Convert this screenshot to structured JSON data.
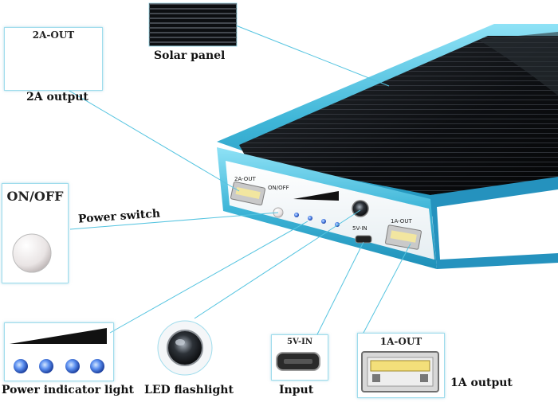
{
  "labels": {
    "solar_panel": "Solar panel",
    "output_2a": "2A output",
    "power_switch": "Power switch",
    "power_indicator": "Power indicator light",
    "led_flashlight": "LED flashlight",
    "input": "Input",
    "output_1a": "1A output"
  },
  "port_text": {
    "out_2a": "2A-OUT",
    "on_off": "ON/OFF",
    "in_5v": "5V-IN",
    "out_1a": "1A-OUT"
  },
  "indicator_led_count": 4,
  "colors": {
    "accent_cyan": "#3fb6d8",
    "leader_line": "#55c4e0",
    "panel_dark": "#111418",
    "led_blue": "#3a6fe0"
  }
}
